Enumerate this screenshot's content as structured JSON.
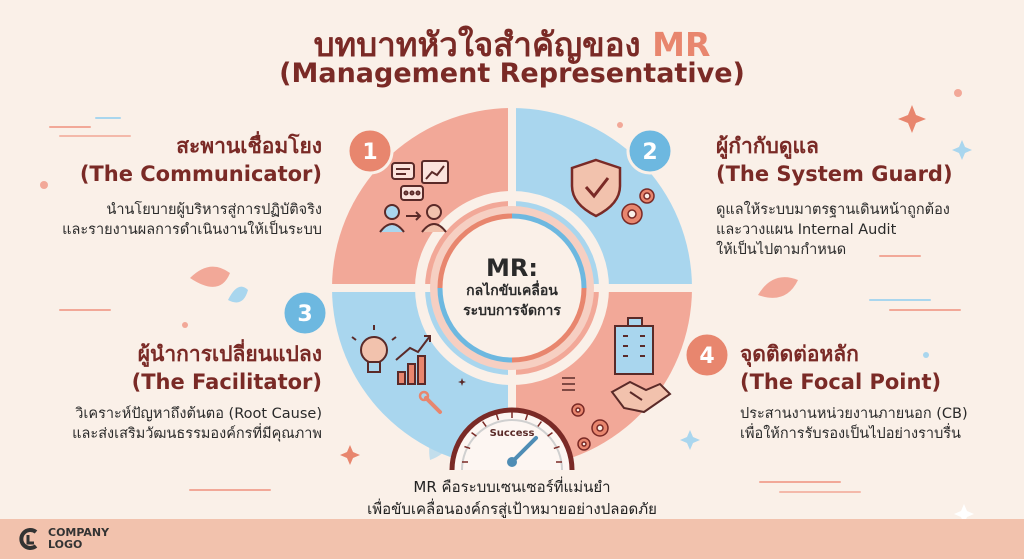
{
  "header": {
    "title_main": "บทบาทหัวใจสำคัญของ",
    "title_accent": "MR",
    "title_sub": "(Management Representative)"
  },
  "center": {
    "heading": "MR:",
    "line1": "กลไกขับเคลื่อน",
    "line2": "ระบบการจัดการ"
  },
  "gauge": {
    "label": "Success",
    "level_fraction": 0.75
  },
  "sections": [
    {
      "number": "1",
      "title_th": "สะพานเชื่อมโยง",
      "title_en": "(The Communicator)",
      "desc1": "นำนโยบายผู้บริหารสู่การปฏิบัติจริง",
      "desc2": "และรายงานผลการดำเนินงานให้เป็นระบบ",
      "desc3": ""
    },
    {
      "number": "2",
      "title_th": "ผู้กำกับดูแล",
      "title_en": "(The System Guard)",
      "desc1": "ดูแลให้ระบบมาตรฐานเดินหน้าถูกต้อง",
      "desc2": "และวางแผน Internal Audit",
      "desc3": "ให้เป็นไปตามกำหนด"
    },
    {
      "number": "3",
      "title_th": "ผู้นำการเปลี่ยนแปลง",
      "title_en": "(The Facilitator)",
      "desc1": "วิเคราะห์ปัญหาถึงต้นตอ (Root Cause)",
      "desc2": "และส่งเสริมวัฒนธรรมองค์กรที่มีคุณภาพ",
      "desc3": ""
    },
    {
      "number": "4",
      "title_th": "จุดติดต่อหลัก",
      "title_en": "(The Focal Point)",
      "desc1": "ประสานงานหน่วยงานภายนอก (CB)",
      "desc2": "เพื่อให้การรับรองเป็นไปอย่างราบรื่น",
      "desc3": ""
    }
  ],
  "footer": {
    "message1": "MR คือระบบเซนเซอร์ที่แม่นยำ",
    "message2": "เพื่อขับเคลื่อนองค์กรสู่เป้าหมายอย่างปลอดภัย",
    "logo_line1": "COMPANY",
    "logo_line2": "LOGO"
  },
  "colors": {
    "salmon": "#f2a898",
    "salmon_dark": "#e8866e",
    "blue": "#a9d6ee",
    "blue_dark": "#6db8e0",
    "maroon": "#7a2a26"
  }
}
